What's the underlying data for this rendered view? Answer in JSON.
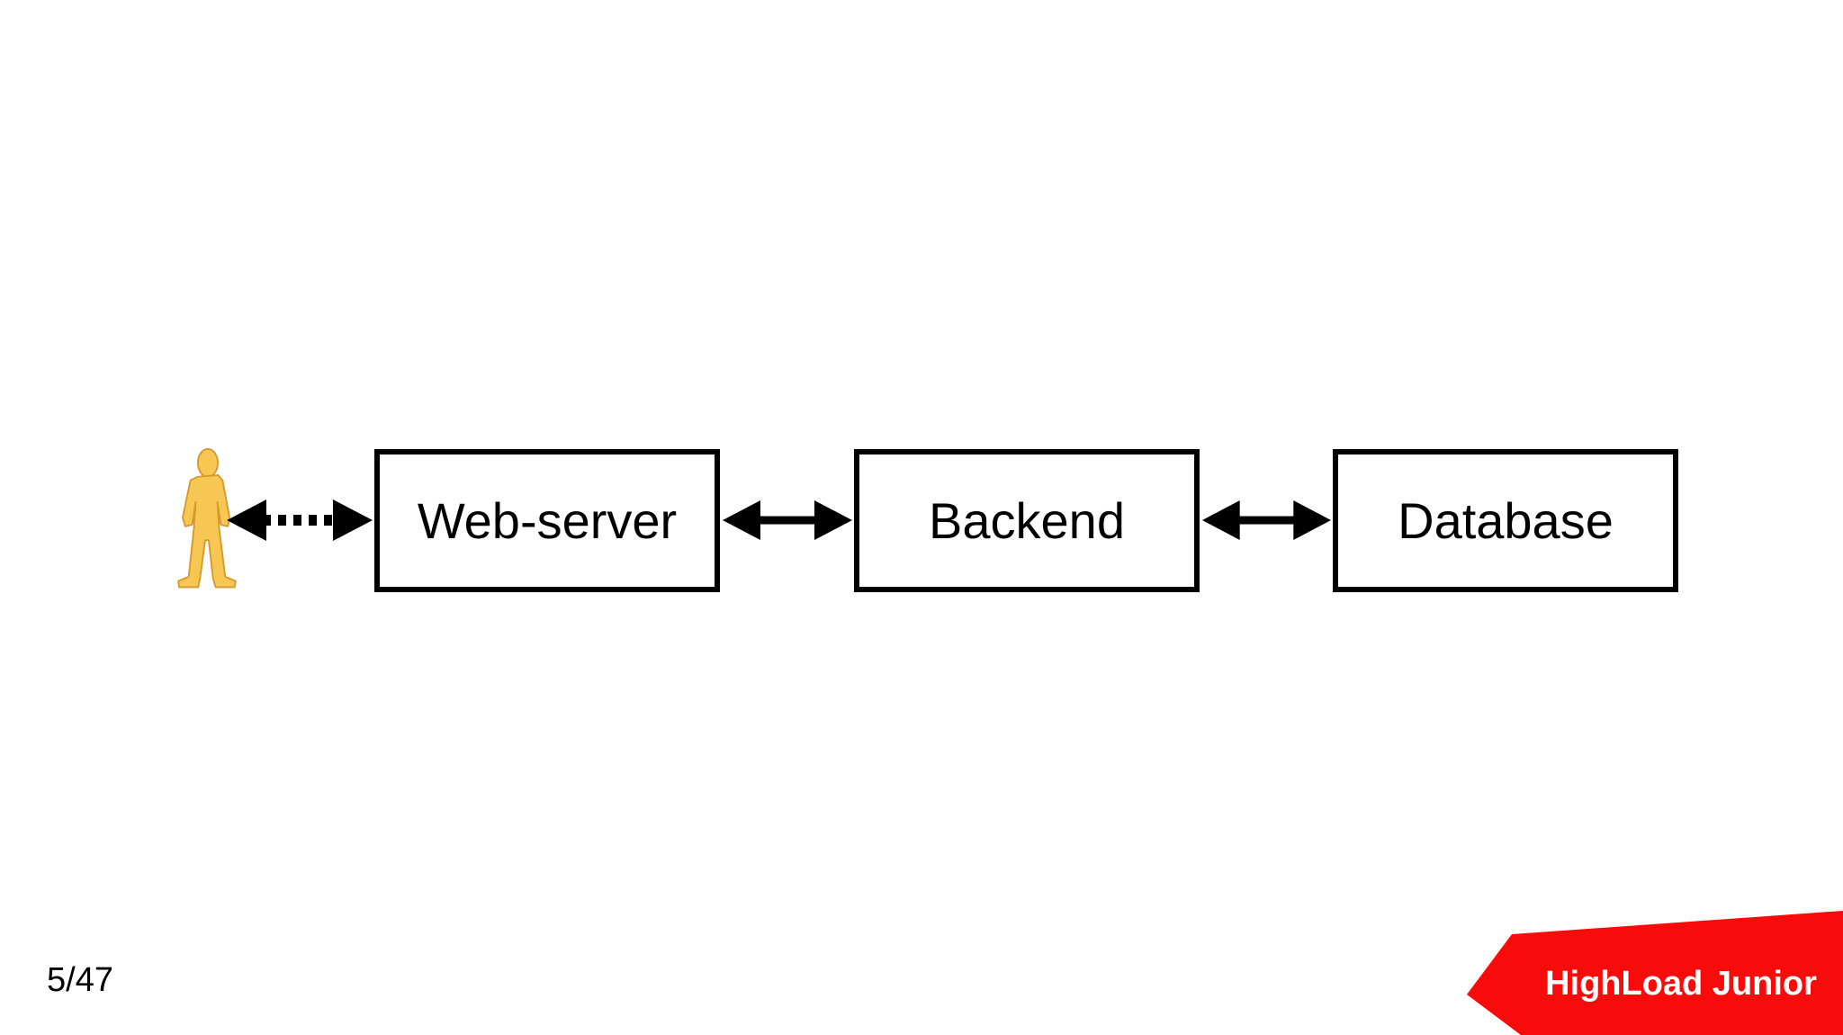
{
  "slide": {
    "background_color": "#ffffff",
    "page_number": "5/47",
    "diagram": {
      "actor": {
        "name": "user",
        "icon": "person-icon",
        "fill_color": "#f7c754",
        "outline_color": "#d79a2f"
      },
      "nodes": [
        {
          "id": "web-server",
          "label": "Web-server"
        },
        {
          "id": "backend",
          "label": "Backend"
        },
        {
          "id": "database",
          "label": "Database"
        }
      ],
      "connections": [
        {
          "from": "user",
          "to": "web-server",
          "style": "dotted",
          "direction": "bidirectional"
        },
        {
          "from": "web-server",
          "to": "backend",
          "style": "solid",
          "direction": "bidirectional"
        },
        {
          "from": "backend",
          "to": "database",
          "style": "solid",
          "direction": "bidirectional"
        }
      ],
      "line_color": "#000000"
    },
    "logo": {
      "text": "HighLoad Junior",
      "shape_color": "#f80b0b",
      "text_color": "#ffffff"
    }
  }
}
